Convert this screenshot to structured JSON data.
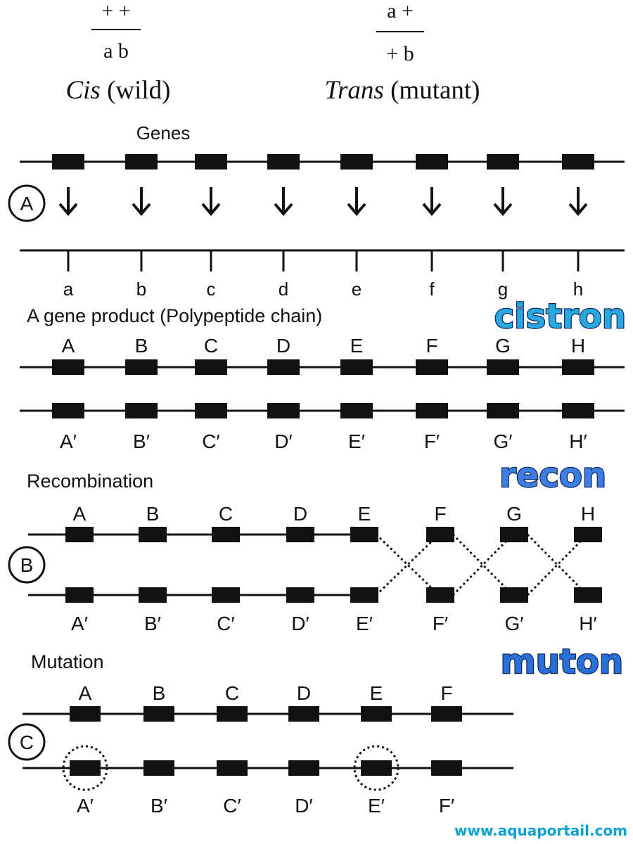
{
  "header": {
    "cis": {
      "top": "+ +",
      "bottom": "a b",
      "label_italic": "Cis",
      "label_plain": "(wild)"
    },
    "trans": {
      "top": "a +",
      "bottom": "+ b",
      "label_italic": "Trans",
      "label_plain": "(mutant)"
    }
  },
  "section_a": {
    "marker": "A",
    "genes_label": "Genes",
    "product_letters": [
      "a",
      "b",
      "c",
      "d",
      "e",
      "f",
      "g",
      "h"
    ],
    "product_label": "A gene product (Polypeptide chain)",
    "upper_labels": [
      "A",
      "B",
      "C",
      "D",
      "E",
      "F",
      "G",
      "H"
    ],
    "lower_labels": [
      "A′",
      "B′",
      "C′",
      "D′",
      "E′",
      "F′",
      "G′",
      "H′"
    ]
  },
  "section_b": {
    "marker": "B",
    "title": "Recombination",
    "upper_labels": [
      "A",
      "B",
      "C",
      "D",
      "E",
      "F",
      "G",
      "H"
    ],
    "lower_labels": [
      "A′",
      "B′",
      "C′",
      "D′",
      "E′",
      "F′",
      "G′",
      "H′"
    ]
  },
  "section_c": {
    "marker": "C",
    "title": "Mutation",
    "upper_labels": [
      "A",
      "B",
      "C",
      "D",
      "E",
      "F"
    ],
    "lower_labels": [
      "A′",
      "B′",
      "C′",
      "D′",
      "E′",
      "F′"
    ]
  },
  "watermarks": {
    "cistron": "cistron",
    "recon": "recon",
    "muton": "muton",
    "url": "www.aquaportail.com"
  },
  "colors": {
    "cistron": "#29a8e0",
    "recon": "#3f7de0",
    "muton": "#2a6fd6",
    "watermark_stroke": "#0d2a66",
    "url": "#0aa1d6",
    "ink": "#111111"
  },
  "icons": {
    "gene_to_product": "down-arrow-icon",
    "mutation_site": "dotted-circle-icon"
  }
}
